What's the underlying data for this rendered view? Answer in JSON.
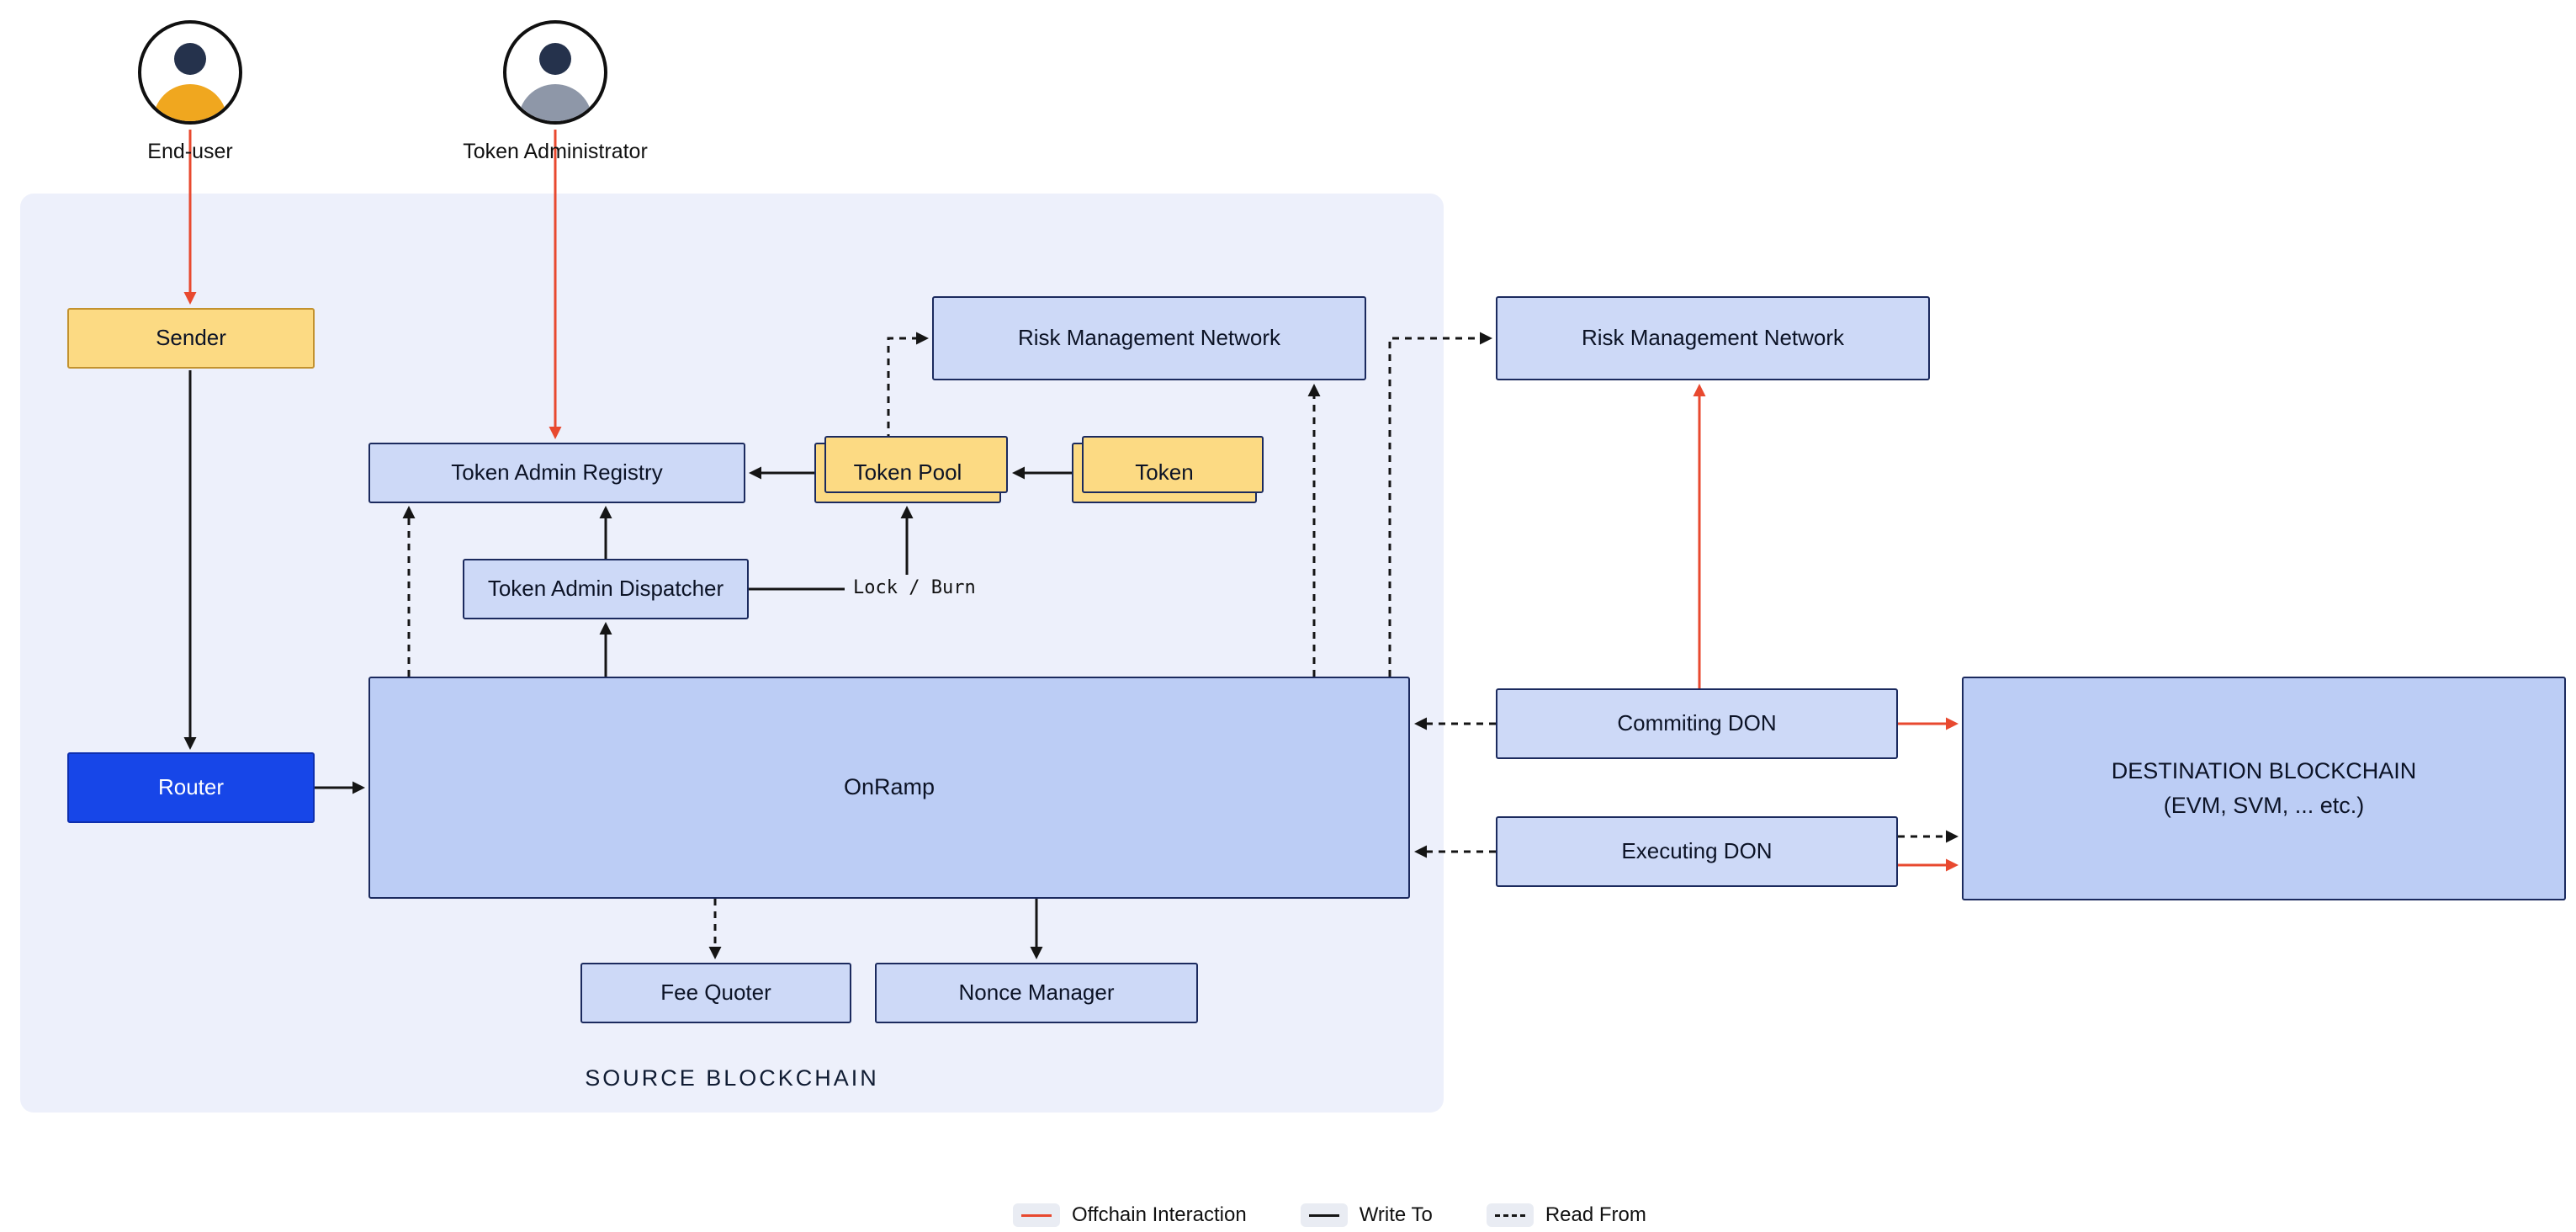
{
  "colors": {
    "offchain_interaction": "#E8492F",
    "write_to": "#151515",
    "read_from": "#151515",
    "navy_border": "#1B2A5E",
    "box_light": "#CDD9F7",
    "box_medium": "#BCCDF5",
    "yellow_box": "#FCDA83",
    "router_blue": "#1746E8",
    "source_container_bg": "#EDF0FB"
  },
  "actors": {
    "end_user": "End-user",
    "token_administrator": "Token Administrator"
  },
  "source": {
    "caption": "SOURCE BLOCKCHAIN",
    "sender": "Sender",
    "router": "Router",
    "token_admin_registry": "Token Admin Registry",
    "token_admin_dispatcher": "Token Admin Dispatcher",
    "risk_management_network": "Risk Management Network",
    "token_pool": "Token Pool",
    "token": "Token",
    "lock_burn_label": "Lock / Burn",
    "onramp": "OnRamp",
    "fee_quoter": "Fee Quoter",
    "nonce_manager": "Nonce Manager"
  },
  "offchain": {
    "risk_management_network": "Risk Management Network",
    "commiting_don": "Commiting DON",
    "executing_don": "Executing DON"
  },
  "destination": {
    "title": "DESTINATION BLOCKCHAIN",
    "subtitle": "(EVM, SVM, ... etc.)"
  },
  "legend": {
    "offchain_interaction": "Offchain Interaction",
    "write_to": "Write To",
    "read_from": "Read From"
  },
  "edges": [
    {
      "from": "end-user",
      "to": "sender",
      "type": "offchain"
    },
    {
      "from": "token-administrator",
      "to": "token-admin-registry",
      "type": "offchain"
    },
    {
      "from": "sender",
      "to": "router",
      "type": "write"
    },
    {
      "from": "router",
      "to": "onramp",
      "type": "write"
    },
    {
      "from": "onramp",
      "to": "token-admin-dispatcher",
      "type": "write"
    },
    {
      "from": "token-admin-dispatcher",
      "to": "token-admin-registry",
      "type": "write"
    },
    {
      "from": "onramp",
      "to": "token-admin-registry",
      "type": "read"
    },
    {
      "from": "token-pool",
      "to": "token-admin-registry",
      "type": "write"
    },
    {
      "from": "token",
      "to": "token-pool",
      "type": "write"
    },
    {
      "from": "token-admin-dispatcher",
      "to": "token-pool",
      "type": "write",
      "label": "Lock / Burn"
    },
    {
      "from": "token-pool",
      "to": "risk-management-network-source",
      "type": "read"
    },
    {
      "from": "onramp",
      "to": "risk-management-network-source",
      "type": "read"
    },
    {
      "from": "onramp",
      "to": "risk-management-network-offchain",
      "type": "read"
    },
    {
      "from": "commiting-don",
      "to": "risk-management-network-offchain",
      "type": "offchain"
    },
    {
      "from": "commiting-don",
      "to": "onramp",
      "type": "read"
    },
    {
      "from": "executing-don",
      "to": "onramp",
      "type": "read"
    },
    {
      "from": "commiting-don",
      "to": "destination-blockchain",
      "type": "offchain"
    },
    {
      "from": "executing-don",
      "to": "destination-blockchain",
      "type": "read"
    },
    {
      "from": "executing-don",
      "to": "destination-blockchain",
      "type": "offchain"
    },
    {
      "from": "onramp",
      "to": "fee-quoter",
      "type": "read"
    },
    {
      "from": "onramp",
      "to": "nonce-manager",
      "type": "write"
    }
  ]
}
